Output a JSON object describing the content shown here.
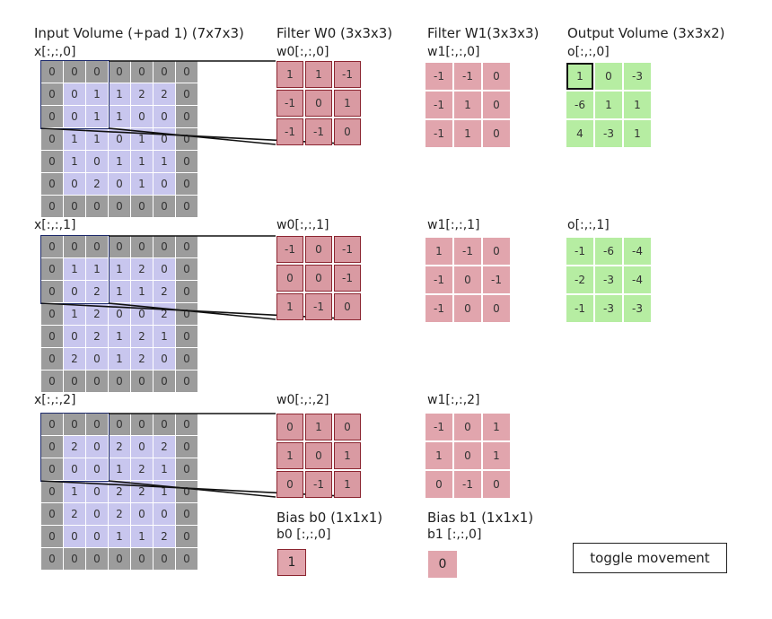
{
  "headers": {
    "input": "Input Volume (+pad 1) (7x7x3)",
    "filter_w0": "Filter W0 (3x3x3)",
    "filter_w1": "Filter W1(3x3x3)",
    "output": "Output Volume (3x3x2)"
  },
  "input_slices": [
    {
      "label": "x[:,:,0]",
      "values": [
        [
          0,
          0,
          0,
          0,
          0,
          0,
          0
        ],
        [
          0,
          0,
          1,
          1,
          2,
          2,
          0
        ],
        [
          0,
          0,
          1,
          1,
          0,
          0,
          0
        ],
        [
          0,
          1,
          1,
          0,
          1,
          0,
          0
        ],
        [
          0,
          1,
          0,
          1,
          1,
          1,
          0
        ],
        [
          0,
          0,
          2,
          0,
          1,
          0,
          0
        ],
        [
          0,
          0,
          0,
          0,
          0,
          0,
          0
        ]
      ]
    },
    {
      "label": "x[:,:,1]",
      "values": [
        [
          0,
          0,
          0,
          0,
          0,
          0,
          0
        ],
        [
          0,
          1,
          1,
          1,
          2,
          0,
          0
        ],
        [
          0,
          0,
          2,
          1,
          1,
          2,
          0
        ],
        [
          0,
          1,
          2,
          0,
          0,
          2,
          0
        ],
        [
          0,
          0,
          2,
          1,
          2,
          1,
          0
        ],
        [
          0,
          2,
          0,
          1,
          2,
          0,
          0
        ],
        [
          0,
          0,
          0,
          0,
          0,
          0,
          0
        ]
      ]
    },
    {
      "label": "x[:,:,2]",
      "values": [
        [
          0,
          0,
          0,
          0,
          0,
          0,
          0
        ],
        [
          0,
          2,
          0,
          2,
          0,
          2,
          0
        ],
        [
          0,
          0,
          0,
          1,
          2,
          1,
          0
        ],
        [
          0,
          1,
          0,
          2,
          2,
          1,
          0
        ],
        [
          0,
          2,
          0,
          2,
          0,
          0,
          0
        ],
        [
          0,
          0,
          0,
          1,
          1,
          2,
          0
        ],
        [
          0,
          0,
          0,
          0,
          0,
          0,
          0
        ]
      ]
    }
  ],
  "w0_slices": [
    {
      "label": "w0[:,:,0]",
      "values": [
        [
          1,
          1,
          -1
        ],
        [
          -1,
          0,
          1
        ],
        [
          -1,
          -1,
          0
        ]
      ]
    },
    {
      "label": "w0[:,:,1]",
      "values": [
        [
          -1,
          0,
          -1
        ],
        [
          0,
          0,
          -1
        ],
        [
          1,
          -1,
          0
        ]
      ]
    },
    {
      "label": "w0[:,:,2]",
      "values": [
        [
          0,
          1,
          0
        ],
        [
          1,
          0,
          1
        ],
        [
          0,
          -1,
          1
        ]
      ]
    }
  ],
  "w1_slices": [
    {
      "label": "w1[:,:,0]",
      "values": [
        [
          -1,
          -1,
          0
        ],
        [
          -1,
          1,
          0
        ],
        [
          -1,
          1,
          0
        ]
      ]
    },
    {
      "label": "w1[:,:,1]",
      "values": [
        [
          1,
          -1,
          0
        ],
        [
          -1,
          0,
          -1
        ],
        [
          -1,
          0,
          0
        ]
      ]
    },
    {
      "label": "w1[:,:,2]",
      "values": [
        [
          -1,
          0,
          1
        ],
        [
          1,
          0,
          1
        ],
        [
          0,
          -1,
          0
        ]
      ]
    }
  ],
  "output_slices": [
    {
      "label": "o[:,:,0]",
      "values": [
        [
          1,
          0,
          -3
        ],
        [
          -6,
          1,
          1
        ],
        [
          4,
          -3,
          1
        ]
      ]
    },
    {
      "label": "o[:,:,1]",
      "values": [
        [
          -1,
          -6,
          -4
        ],
        [
          -2,
          -3,
          -4
        ],
        [
          -1,
          -3,
          -3
        ]
      ]
    }
  ],
  "bias": {
    "b0": {
      "title": "Bias b0 (1x1x1)",
      "label": "b0 [:,:,0]",
      "value": 1
    },
    "b1": {
      "title": "Bias b1 (1x1x1)",
      "label": "b1 [:,:,0]",
      "value": 0
    }
  },
  "toggle_label": "toggle movement",
  "colors": {
    "padding": "#9c9c9c",
    "input_inner": "#c8c6ee",
    "filter": "#e1a5ad",
    "filter_border": "#8b2530",
    "output": "#b6eda2",
    "window_border": "#1d2a6c"
  }
}
